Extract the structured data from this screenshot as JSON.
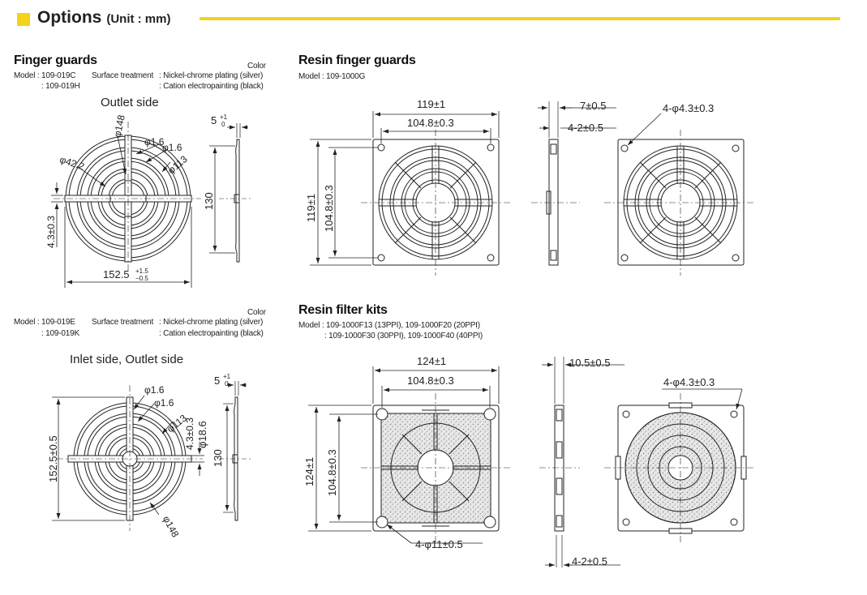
{
  "header": {
    "title": "Options",
    "unit": "(Unit : mm)"
  },
  "finger_guards": {
    "title": "Finger guards",
    "color_header": "Color",
    "block1": {
      "model_a": "Model : 109-019C",
      "model_b": ": 109-019H",
      "treat_label": "Surface treatment",
      "treat_a": ": Nickel-chrome plating (silver)",
      "treat_b": ": Cation electropainting (black)",
      "view": "Outlet side"
    },
    "block2": {
      "color_header": "Color",
      "model_a": "Model : 109-019E",
      "model_b": ": 109-019K",
      "treat_label": "Surface treatment",
      "treat_a": ": Nickel-chrome plating (silver)",
      "treat_b": ": Cation electropainting (black)",
      "view": "Inlet side, Outlet side"
    }
  },
  "resin_guards": {
    "title": "Resin finger guards",
    "model": "Model : 109-1000G"
  },
  "filter_kits": {
    "title": "Resin filter kits",
    "model_a": "Model : 109-1000F13 (13PPI),   109-1000F20 (20PPI)",
    "model_b": ": 109-1000F30 (30PPI),   109-1000F40 (40PPI)"
  },
  "dims": {
    "fg1": {
      "d148": "φ148",
      "d16a": "φ1.6",
      "d16b": "φ1.6",
      "d113": "φ113",
      "d422": "φ42.2",
      "d43": "4.3±0.3",
      "w1525": "152.5",
      "tol_plus": "+1.5",
      "tol_minus": "−0.5",
      "h130": "130",
      "t5": "5",
      "t5_plus": "+1",
      "t5_minus": "0"
    },
    "fg2": {
      "d16a": "φ1.6",
      "d16b": "φ1.6",
      "d113": "φ113",
      "d43": "4.3±0.3",
      "d186": "φ18.6",
      "h130": "130",
      "h1525": "152.5±0.5",
      "d148": "φ148",
      "t5": "5",
      "t5_plus": "+1",
      "t5_minus": "0"
    },
    "rg": {
      "w119": "119±1",
      "w1048": "104.8±0.3",
      "h119": "119±1",
      "h1048": "104.8±0.3",
      "t7": "7±0.5",
      "t42": "4-2±0.5",
      "holes": "4-φ4.3±0.3"
    },
    "rf": {
      "w124": "124±1",
      "w1048": "104.8±0.3",
      "h124": "124±1",
      "h1048": "104.8±0.3",
      "holes11": "4-φ11±0.5",
      "t105": "10.5±0.5",
      "holes43": "4-φ4.3±0.3",
      "t42": "4-2±0.5"
    }
  }
}
